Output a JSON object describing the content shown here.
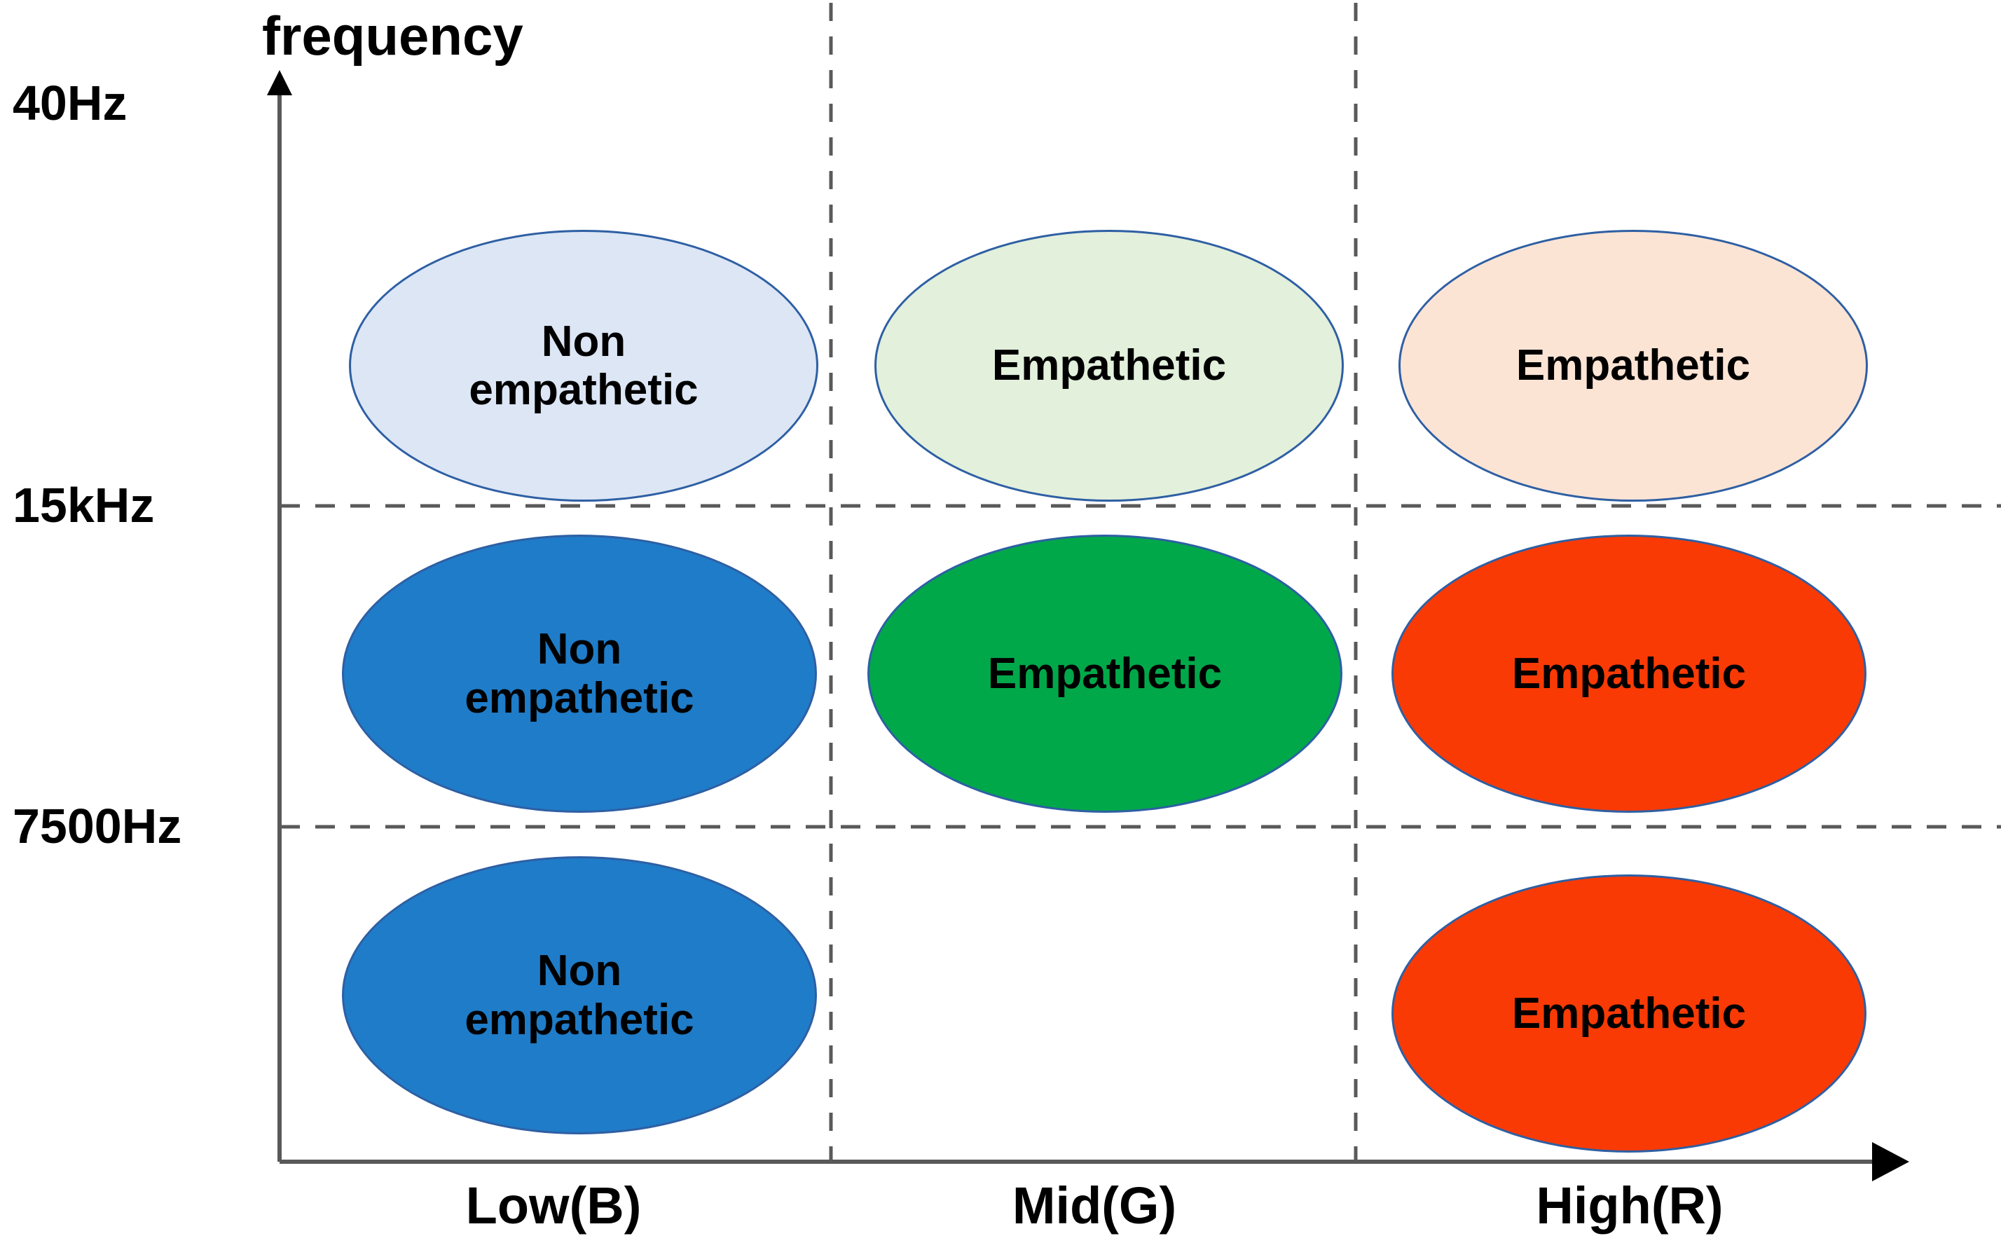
{
  "figure": {
    "y_axis_title": "frequency",
    "background_color": "#FFFFFF",
    "axis_color": "#595959",
    "grid_color": "#595959",
    "node_border_color": "#2E5FA3"
  },
  "chart_data": {
    "type": "scatter",
    "title": "",
    "xlabel": "",
    "ylabel": "frequency",
    "grid": true,
    "legend": "none",
    "x_categories": [
      "Low(B)",
      "Mid(G)",
      "High(R)"
    ],
    "y_tick_labels": [
      "40Hz",
      "15kHz",
      "7500Hz"
    ],
    "y_bands": [
      "15kHz-40Hz",
      "7500Hz-15kHz",
      "below 7500Hz"
    ],
    "cells": [
      {
        "row": 0,
        "col": 0,
        "band": "15kHz-40Hz",
        "category": "Low(B)",
        "label": "Non\nempathetic",
        "fill": "#DCE6F5",
        "stroke": "#2E5FA3",
        "present": true
      },
      {
        "row": 0,
        "col": 1,
        "band": "15kHz-40Hz",
        "category": "Mid(G)",
        "label": "Empathetic",
        "fill": "#E2F0DC",
        "stroke": "#2E5FA3",
        "present": true
      },
      {
        "row": 0,
        "col": 2,
        "band": "15kHz-40Hz",
        "category": "High(R)",
        "label": "Empathetic",
        "fill": "#FCE4D5",
        "stroke": "#2E5FA3",
        "present": true
      },
      {
        "row": 1,
        "col": 0,
        "band": "7500Hz-15kHz",
        "category": "Low(B)",
        "label": "Non\nempathetic",
        "fill": "#1F7CC8",
        "stroke": "#2E5FA3",
        "present": true
      },
      {
        "row": 1,
        "col": 1,
        "band": "7500Hz-15kHz",
        "category": "Mid(G)",
        "label": "Empathetic",
        "fill": "#00A84A",
        "stroke": "#2E5FA3",
        "present": true
      },
      {
        "row": 1,
        "col": 2,
        "band": "7500Hz-15kHz",
        "category": "High(R)",
        "label": "Empathetic",
        "fill": "#F93A05",
        "stroke": "#2E5FA3",
        "present": true
      },
      {
        "row": 2,
        "col": 0,
        "band": "below 7500Hz",
        "category": "Low(B)",
        "label": "Non\nempathetic",
        "fill": "#1F7CC8",
        "stroke": "#2E5FA3",
        "present": true
      },
      {
        "row": 2,
        "col": 1,
        "band": "below 7500Hz",
        "category": "Mid(G)",
        "label": "",
        "fill": "",
        "stroke": "",
        "present": false
      },
      {
        "row": 2,
        "col": 2,
        "band": "below 7500Hz",
        "category": "High(R)",
        "label": "Empathetic",
        "fill": "#F93A05",
        "stroke": "#2E5FA3",
        "present": true
      }
    ]
  },
  "nodes": {
    "n00": {
      "label": "Non\nempathetic"
    },
    "n01": {
      "label": "Empathetic"
    },
    "n02": {
      "label": "Empathetic"
    },
    "n10": {
      "label": "Non\nempathetic"
    },
    "n11": {
      "label": "Empathetic"
    },
    "n12": {
      "label": "Empathetic"
    },
    "n20": {
      "label": "Non\nempathetic"
    },
    "n22": {
      "label": "Empathetic"
    }
  },
  "y_ticks": {
    "t0": "40Hz",
    "t1": "15kHz",
    "t2": "7500Hz"
  },
  "x_ticks": {
    "c0": "Low(B)",
    "c1": "Mid(G)",
    "c2": "High(R)"
  }
}
